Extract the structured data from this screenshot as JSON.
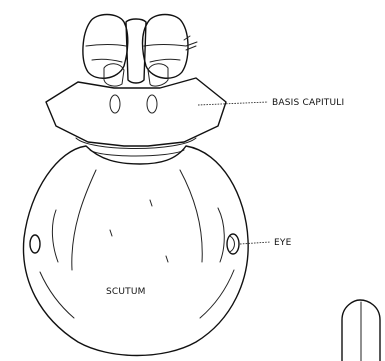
{
  "labels": {
    "basis_capituli": "BASIS CAPITULI",
    "eye": "EYE",
    "scutum": "SCUTUM"
  }
}
